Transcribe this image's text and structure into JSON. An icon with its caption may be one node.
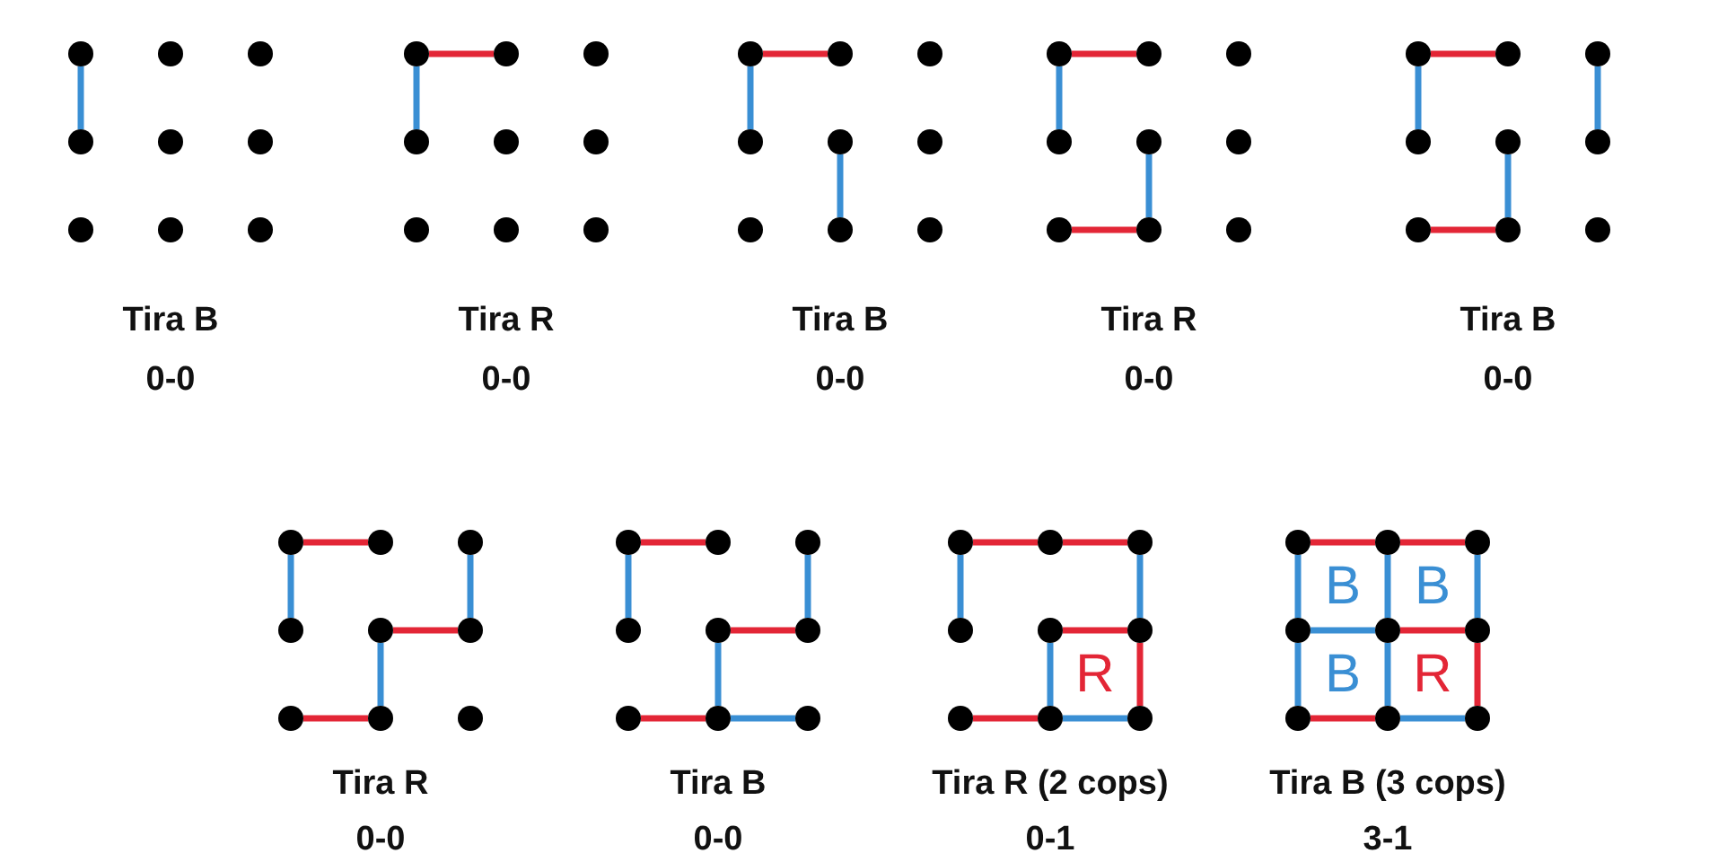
{
  "diagram": {
    "nodes": [
      {
        "text": [
          "Tira B",
          "0-0"
        ]
      },
      {
        "text": [],
        "shape": "circle",
        "in": 0
      },
      {
        "text": [],
        "shape": "circle",
        "in": 0
      },
      {
        "text": [],
        "shape": "circle",
        "in": 0
      },
      {
        "text": [],
        "shape": "circle",
        "in": 0
      },
      {
        "text": [],
        "shape": "circle",
        "in": 0
      },
      {
        "text": [],
        "shape": "circle",
        "in": 0
      },
      {
        "text": [],
        "shape": "circle",
        "in": 0
      },
      {
        "text": [],
        "shape": "circle",
        "in": 0
      },
      {
        "text": [],
        "shape": "circle",
        "in": 0
      },
      {
        "text": [
          "Tira R",
          "0-0"
        ]
      },
      {
        "text": [],
        "shape": "circle",
        "in": 10
      },
      {
        "text": [],
        "shape": "circle",
        "in": 10
      },
      {
        "text": [],
        "shape": "circle",
        "in": 10
      },
      {
        "text": [],
        "shape": "circle",
        "in": 10
      },
      {
        "text": [],
        "shape": "circle",
        "in": 10
      },
      {
        "text": [],
        "shape": "circle",
        "in": 10
      },
      {
        "text": [],
        "shape": "circle",
        "in": 10
      },
      {
        "text": [],
        "shape": "circle",
        "in": 10
      },
      {
        "text": [],
        "shape": "circle",
        "in": 10
      },
      {
        "text": [
          "Tira B",
          "0-0"
        ]
      },
      {
        "text": [],
        "shape": "circle",
        "in": 20
      },
      {
        "text": [],
        "shape": "circle",
        "in": 20
      },
      {
        "text": [],
        "shape": "circle",
        "in": 20
      },
      {
        "text": [],
        "shape": "circle",
        "in": 20
      },
      {
        "text": [],
        "shape": "circle",
        "in": 20
      },
      {
        "text": [],
        "shape": "circle",
        "in": 20
      },
      {
        "text": [],
        "shape": "circle",
        "in": 20
      },
      {
        "text": [],
        "shape": "circle",
        "in": 20
      },
      {
        "text": [],
        "shape": "circle",
        "in": 20
      },
      {
        "text": [
          "Tira R",
          "0-0"
        ]
      },
      {
        "text": [],
        "shape": "circle",
        "in": 30
      },
      {
        "text": [],
        "shape": "circle",
        "in": 30
      },
      {
        "text": [],
        "shape": "circle",
        "in": 30
      },
      {
        "text": [],
        "shape": "circle",
        "in": 30
      },
      {
        "text": [],
        "shape": "circle",
        "in": 30
      },
      {
        "text": [],
        "shape": "circle",
        "in": 30
      },
      {
        "text": [],
        "shape": "circle",
        "in": 30
      },
      {
        "text": [],
        "shape": "circle",
        "in": 30
      },
      {
        "text": [],
        "shape": "circle",
        "in": 30
      },
      {
        "text": [
          "Tira B",
          "0-0"
        ]
      },
      {
        "text": [],
        "shape": "circle",
        "in": 40
      },
      {
        "text": [],
        "shape": "circle",
        "in": 40
      },
      {
        "text": [],
        "shape": "circle",
        "in": 40
      },
      {
        "text": [],
        "shape": "circle",
        "in": 40
      },
      {
        "text": [],
        "shape": "circle",
        "in": 40
      },
      {
        "text": [],
        "shape": "circle",
        "in": 40
      },
      {
        "text": [],
        "shape": "circle",
        "in": 40
      },
      {
        "text": [],
        "shape": "circle",
        "in": 40
      },
      {
        "text": [],
        "shape": "circle",
        "in": 40
      },
      {
        "text": [
          "Tira R",
          "0-0"
        ]
      },
      {
        "text": [],
        "shape": "circle",
        "in": 50
      },
      {
        "text": [],
        "shape": "circle",
        "in": 50
      },
      {
        "text": [],
        "shape": "circle",
        "in": 50
      },
      {
        "text": [],
        "shape": "circle",
        "in": 50
      },
      {
        "text": [],
        "shape": "circle",
        "in": 50
      },
      {
        "text": [],
        "shape": "circle",
        "in": 50
      },
      {
        "text": [],
        "shape": "circle",
        "in": 50
      },
      {
        "text": [],
        "shape": "circle",
        "in": 50
      },
      {
        "text": [],
        "shape": "circle",
        "in": 50
      },
      {
        "text": [
          "Tira B",
          "0-0"
        ]
      },
      {
        "text": [],
        "shape": "circle",
        "in": 60
      },
      {
        "text": [],
        "shape": "circle",
        "in": 60
      },
      {
        "text": [],
        "shape": "circle",
        "in": 60
      },
      {
        "text": [],
        "shape": "circle",
        "in": 60
      },
      {
        "text": [],
        "shape": "circle",
        "in": 60
      },
      {
        "text": [],
        "shape": "circle",
        "in": 60
      },
      {
        "text": [],
        "shape": "circle",
        "in": 60
      },
      {
        "text": [],
        "shape": "circle",
        "in": 60
      },
      {
        "text": [],
        "shape": "circle",
        "in": 60
      },
      {
        "text": [
          "Tira R (2 cops)",
          "0-1"
        ]
      },
      {
        "text": [],
        "shape": "circle",
        "in": 70
      },
      {
        "text": [],
        "shape": "circle",
        "in": 70
      },
      {
        "text": [],
        "shape": "circle",
        "in": 70
      },
      {
        "text": [],
        "shape": "circle",
        "in": 70
      },
      {
        "text": [],
        "shape": "circle",
        "in": 70
      },
      {
        "text": [],
        "shape": "circle",
        "in": 70
      },
      {
        "text": [],
        "shape": "circle",
        "in": 70
      },
      {
        "text": [],
        "shape": "circle",
        "in": 70
      },
      {
        "text": [],
        "shape": "circle",
        "in": 70
      },
      {
        "text": [
          "Tira B (3 cops)",
          "3-1"
        ]
      },
      {
        "text": [],
        "shape": "circle",
        "in": 80
      },
      {
        "text": [],
        "shape": "circle",
        "in": 80
      },
      {
        "text": [],
        "shape": "circle",
        "in": 80
      },
      {
        "text": [],
        "shape": "circle",
        "in": 80
      },
      {
        "text": [],
        "shape": "circle",
        "in": 80
      },
      {
        "text": [],
        "shape": "circle",
        "in": 80
      },
      {
        "text": [],
        "shape": "circle",
        "in": 80
      },
      {
        "text": [],
        "shape": "circle",
        "in": 80
      },
      {
        "text": [],
        "shape": "circle",
        "in": 80
      }
    ],
    "edges": [
      {
        "from": 1,
        "to": 4,
        "arrow": "none"
      },
      {
        "from": 11,
        "to": 14,
        "arrow": "none"
      },
      {
        "from": 11,
        "to": 12,
        "arrow": "none",
        "color": "#e32636"
      },
      {
        "from": 21,
        "to": 24,
        "arrow": "none"
      },
      {
        "from": 21,
        "to": 22,
        "arrow": "none",
        "color": "#e32636"
      },
      {
        "from": 25,
        "to": 28,
        "arrow": "none"
      },
      {
        "from": 31,
        "to": 34,
        "arrow": "none"
      },
      {
        "from": 31,
        "to": 32,
        "arrow": "none",
        "color": "#e32636"
      },
      {
        "from": 35,
        "to": 38,
        "arrow": "none"
      },
      {
        "from": 37,
        "to": 38,
        "arrow": "none",
        "color": "#e32636"
      },
      {
        "from": 41,
        "to": 44,
        "arrow": "none"
      },
      {
        "from": 41,
        "to": 42,
        "arrow": "none",
        "color": "#e32636"
      },
      {
        "from": 45,
        "to": 48,
        "arrow": "none"
      },
      {
        "from": 47,
        "to": 48,
        "arrow": "none",
        "color": "#e32636"
      },
      {
        "from": 43,
        "to": 46,
        "arrow": "none"
      },
      {
        "from": 51,
        "to": 52,
        "arrow": "none",
        "color": "#e32636"
      },
      {
        "from": 51,
        "to": 54,
        "arrow": "none"
      },
      {
        "from": 53,
        "to": 56,
        "arrow": "none"
      },
      {
        "from": 55,
        "to": 56,
        "arrow": "none",
        "color": "#e32636"
      },
      {
        "from": 55,
        "to": 58,
        "arrow": "none"
      },
      {
        "from": 57,
        "to": 58,
        "arrow": "none",
        "color": "#e32636"
      },
      {
        "from": 61,
        "to": 62,
        "arrow": "none",
        "color": "#e32636"
      },
      {
        "from": 61,
        "to": 64,
        "arrow": "none"
      },
      {
        "from": 63,
        "to": 66,
        "arrow": "none"
      },
      {
        "from": 65,
        "to": 66,
        "arrow": "none",
        "color": "#e32636"
      },
      {
        "from": 65,
        "to": 68,
        "arrow": "none"
      },
      {
        "from": 67,
        "to": 68,
        "arrow": "none",
        "color": "#e32636"
      },
      {
        "from": 68,
        "to": 69,
        "arrow": "none"
      },
      {
        "from": 71,
        "to": 72,
        "arrow": "none",
        "color": "#e32636"
      },
      {
        "from": 72,
        "to": 73,
        "arrow": "none",
        "color": "#e32636"
      },
      {
        "from": 71,
        "to": 74,
        "arrow": "none"
      },
      {
        "from": 73,
        "to": 76,
        "arrow": "none"
      },
      {
        "from": 75,
        "to": 76,
        "arrow": "none",
        "color": "#e32636"
      },
      {
        "from": 75,
        "to": 78,
        "arrow": "none"
      },
      {
        "from": 76,
        "to": 79,
        "arrow": "none",
        "color": "#e32636"
      },
      {
        "from": 77,
        "to": 78,
        "arrow": "none",
        "color": "#e32636"
      },
      {
        "from": 78,
        "to": 79,
        "arrow": "none"
      },
      {
        "from": 81,
        "to": 82,
        "arrow": "none",
        "color": "#e32636"
      },
      {
        "from": 82,
        "to": 83,
        "arrow": "none",
        "color": "#e32636"
      },
      {
        "from": 81,
        "to": 84,
        "arrow": "none"
      },
      {
        "from": 82,
        "to": 85,
        "arrow": "none"
      },
      {
        "from": 83,
        "to": 86,
        "arrow": "none"
      },
      {
        "from": 84,
        "to": 85,
        "arrow": "none"
      },
      {
        "from": 85,
        "to": 86,
        "arrow": "none",
        "color": "#e32636"
      },
      {
        "from": 84,
        "to": 87,
        "arrow": "none"
      },
      {
        "from": 85,
        "to": 88,
        "arrow": "none"
      },
      {
        "from": 86,
        "to": 89,
        "arrow": "none",
        "color": "#e32636"
      },
      {
        "from": 87,
        "to": 88,
        "arrow": "none",
        "color": "#e32636"
      },
      {
        "from": 88,
        "to": 89,
        "arrow": "none"
      }
    ],
    "labels": [
      "R",
      "B",
      "B",
      "B",
      "R"
    ]
  }
}
